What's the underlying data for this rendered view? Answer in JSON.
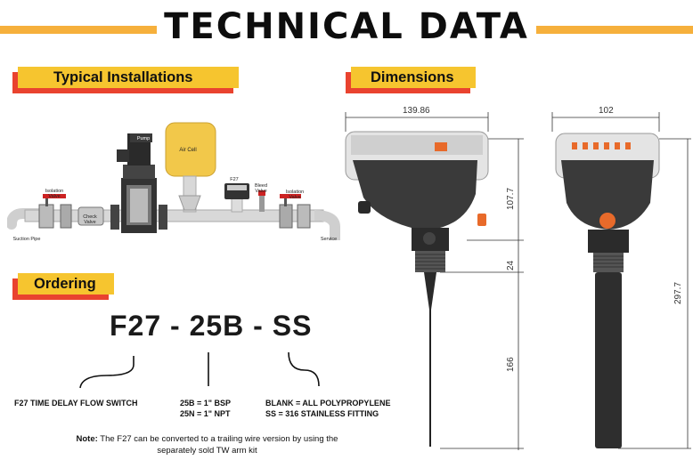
{
  "title": "TECHNICAL DATA",
  "sections": {
    "installations": "Typical Installations",
    "dimensions": "Dimensions",
    "ordering": "Ordering"
  },
  "install_labels": {
    "pump": "Pump",
    "air_cell": "Air Cell",
    "f27": "F27",
    "bleed_valve": "Bleed Valve",
    "isolation_valve_left": "Isolation Valve",
    "isolation_valve_right": "Isolation Valve",
    "check_valve": "Check Valve",
    "suction_pipe": "Suction Pipe",
    "service": "Service"
  },
  "ordering": {
    "code": "F27 - 25B - SS",
    "col1": [
      "F27 TIME DELAY FLOW SWITCH"
    ],
    "col2": [
      "25B = 1\" BSP",
      "25N = 1\" NPT"
    ],
    "col3": [
      "BLANK = ALL POLYPROPYLENE",
      "SS = 316 STAINLESS FITTING"
    ],
    "note_label": "Note:",
    "note_text": "The F27 can be converted to a trailing wire version by using the",
    "note_text2": "separately sold TW arm kit"
  },
  "dimensions": {
    "width_side": "139.86",
    "width_front": "102",
    "body_height": "107.7",
    "thread_height": "24",
    "probe_length": "166",
    "total_height": "297.7"
  },
  "colors": {
    "accent_yellow": "#f6c52f",
    "accent_red": "#e9432f",
    "title_bar": "#f6b03c"
  }
}
